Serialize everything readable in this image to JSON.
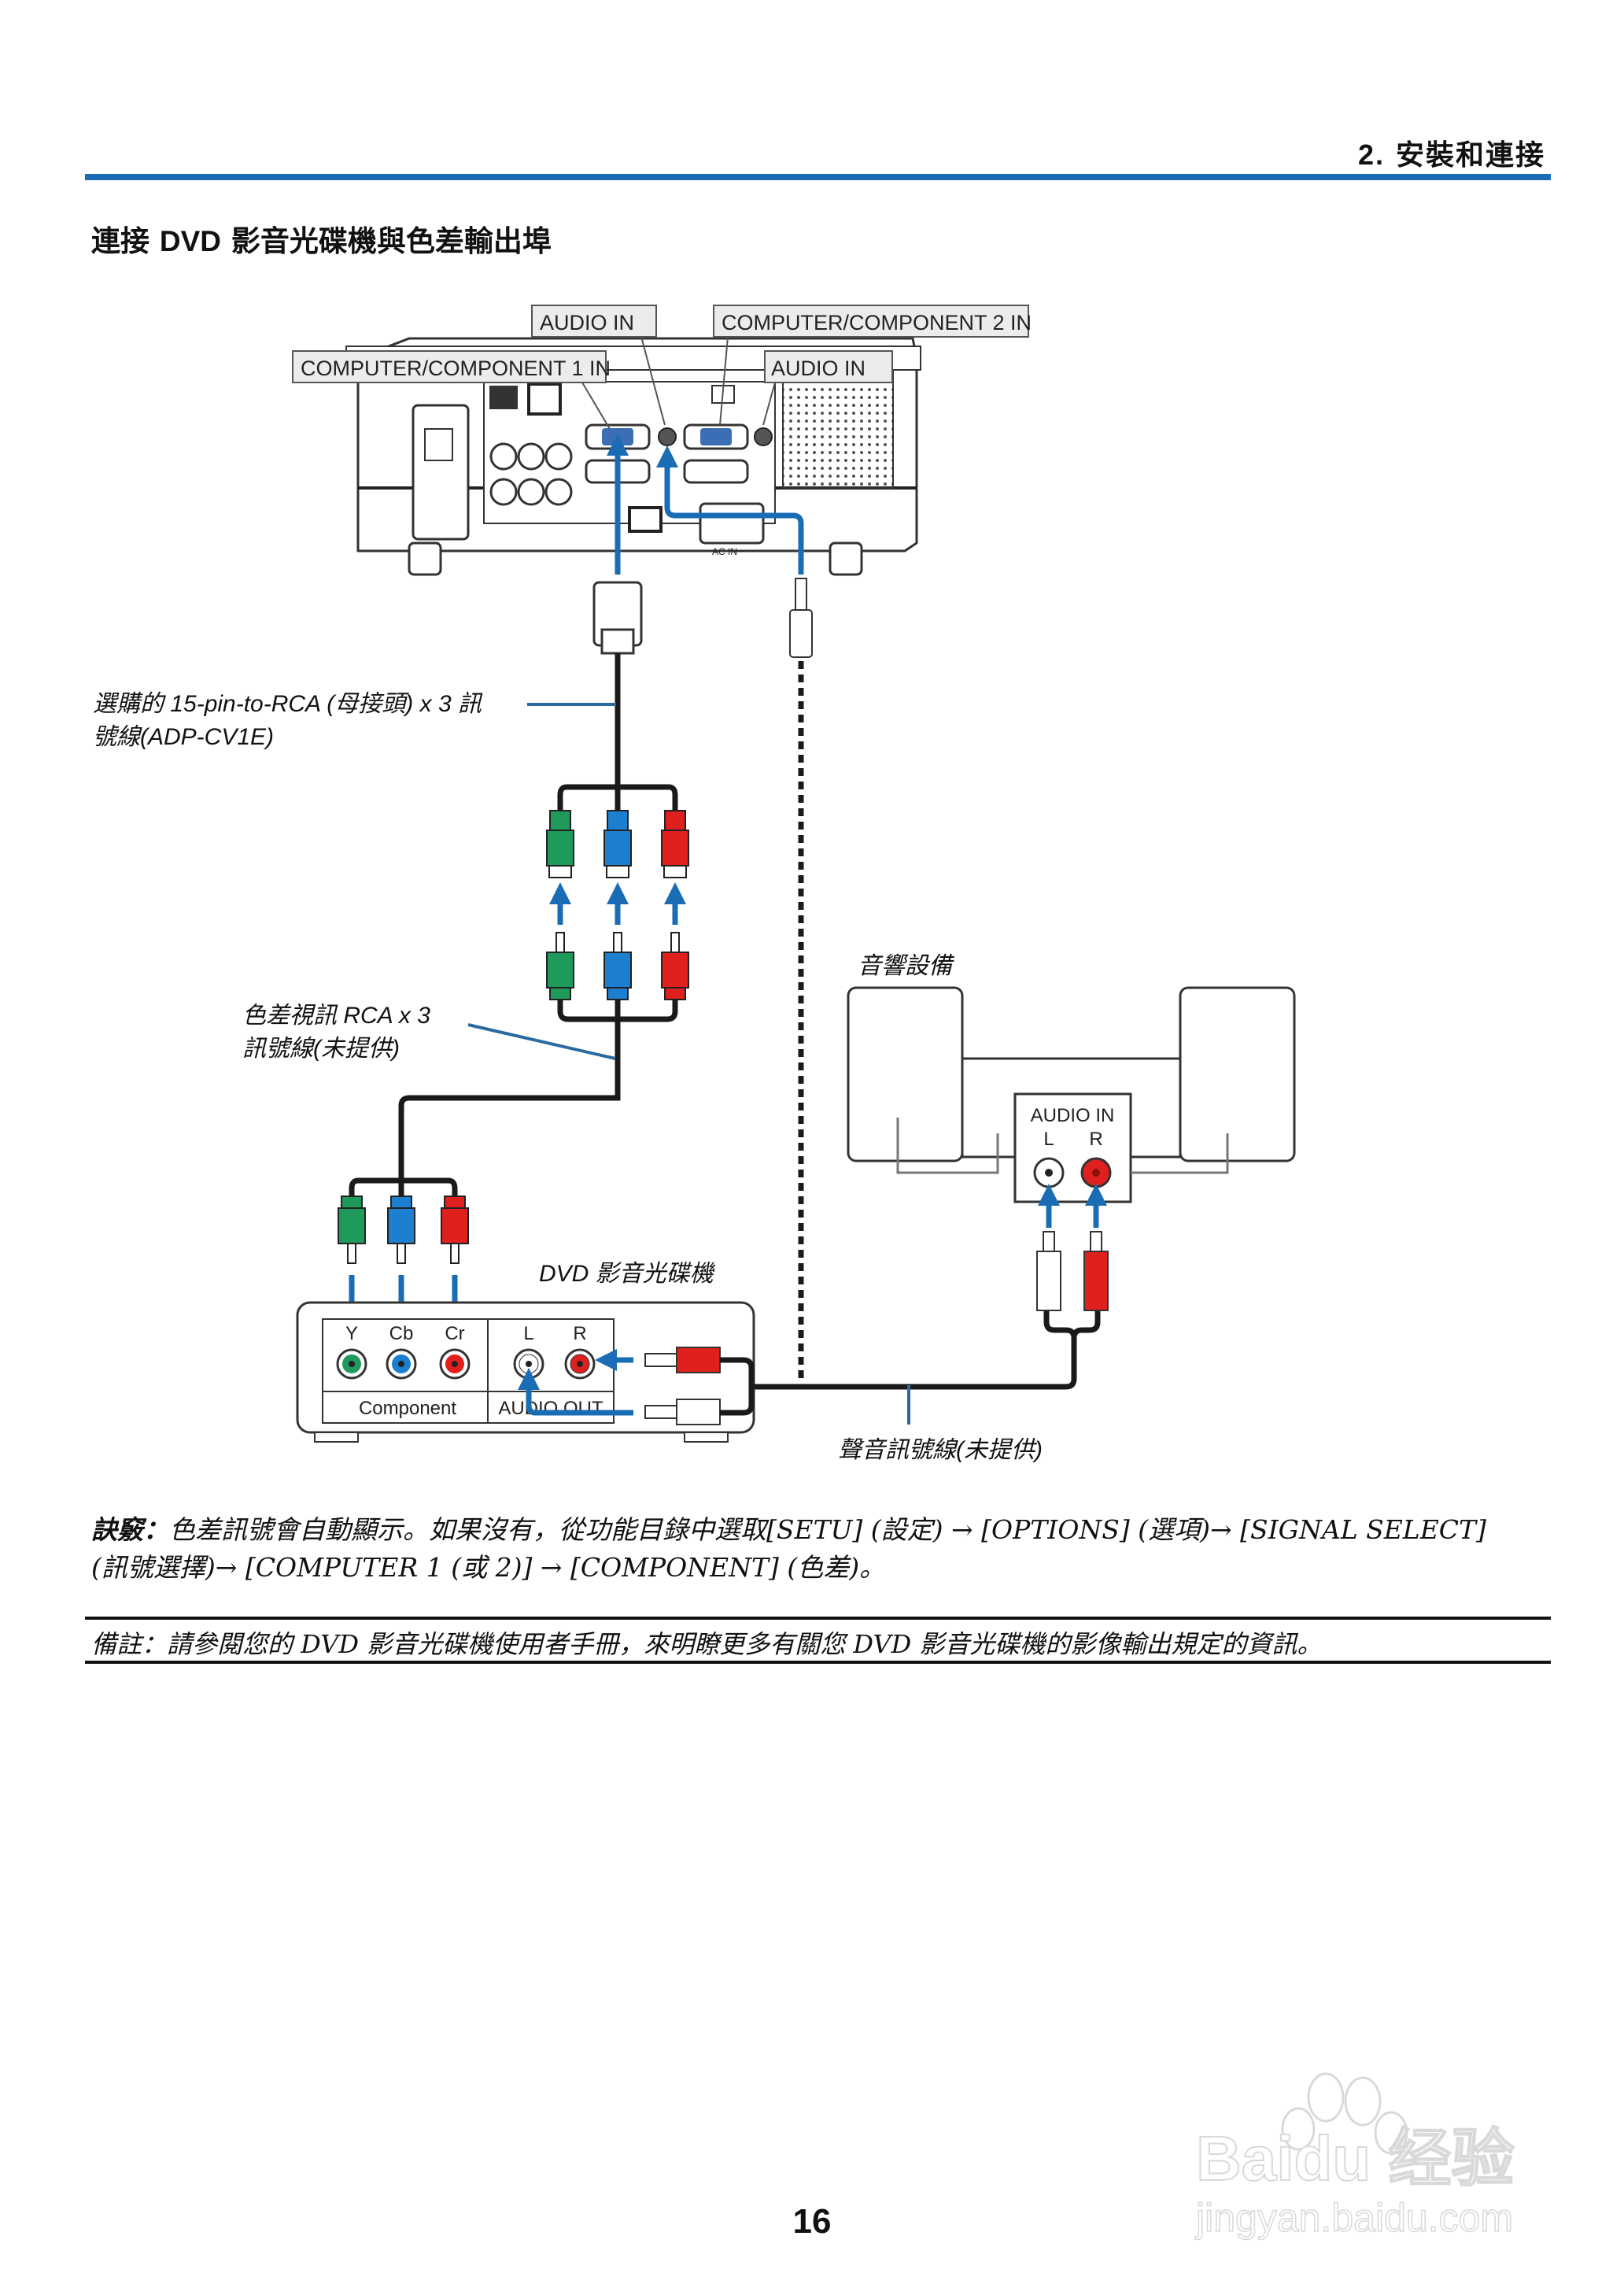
{
  "header": {
    "chapter_number": "2.",
    "chapter_title": "安裝和連接"
  },
  "section": {
    "title_prefix": "連接",
    "title_en": "DVD",
    "title_suffix": "影音光碟機與色差輸出埠"
  },
  "diagram": {
    "projector_labels": {
      "computer_component_1_in": "COMPUTER/COMPONENT 1 IN",
      "audio_in_1": "AUDIO IN",
      "computer_component_2_in": "COMPUTER/COMPONENT 2 IN",
      "audio_in_2": "AUDIO IN"
    },
    "captions": {
      "optional_cable_line1": "選購的 15-pin-to-RCA (母接頭) x 3 訊",
      "optional_cable_line2": "號線(ADP-CV1E)",
      "component_cable_line1": "色差視訊 RCA  x  3",
      "component_cable_line2": "訊號線(未提供)",
      "audio_equipment": "音響設備",
      "dvd_player": "DVD 影音光碟機",
      "audio_cable": "聲音訊號線(未提供)"
    },
    "audio_equipment_panel": {
      "title": "AUDIO IN",
      "left": "L",
      "right": "R"
    },
    "dvd_panel": {
      "component_ports": [
        "Y",
        "Cb",
        "Cr"
      ],
      "component_label": "Component",
      "audio_ports": [
        "L",
        "R"
      ],
      "audio_label": "AUDIO OUT"
    },
    "colors": {
      "arrow_blue": "#1a6db5",
      "green": "#1f9a5a",
      "blue": "#1c7fd0",
      "red": "#e0201f",
      "cable": "#1a1a1a"
    }
  },
  "tip": {
    "lead": "訣竅：",
    "line1": "色差訊號會自動顯示。如果沒有，從功能目錄中選取[SETU] (設定) → [OPTIONS] (選項)→ [SIGNAL SELECT]",
    "line2": "(訊號選擇)→ [COMPUTER 1 (或 2)] → [COMPONENT] (色差)。"
  },
  "note": {
    "text": "備註：請參閱您的 DVD 影音光碟機使用者手冊，來明瞭更多有關您 DVD 影音光碟機的影像輸出規定的資訊。"
  },
  "footer": {
    "page_number": "16",
    "watermark_brand": "Baidu 经验",
    "watermark_url": "jingyan.baidu.com"
  }
}
